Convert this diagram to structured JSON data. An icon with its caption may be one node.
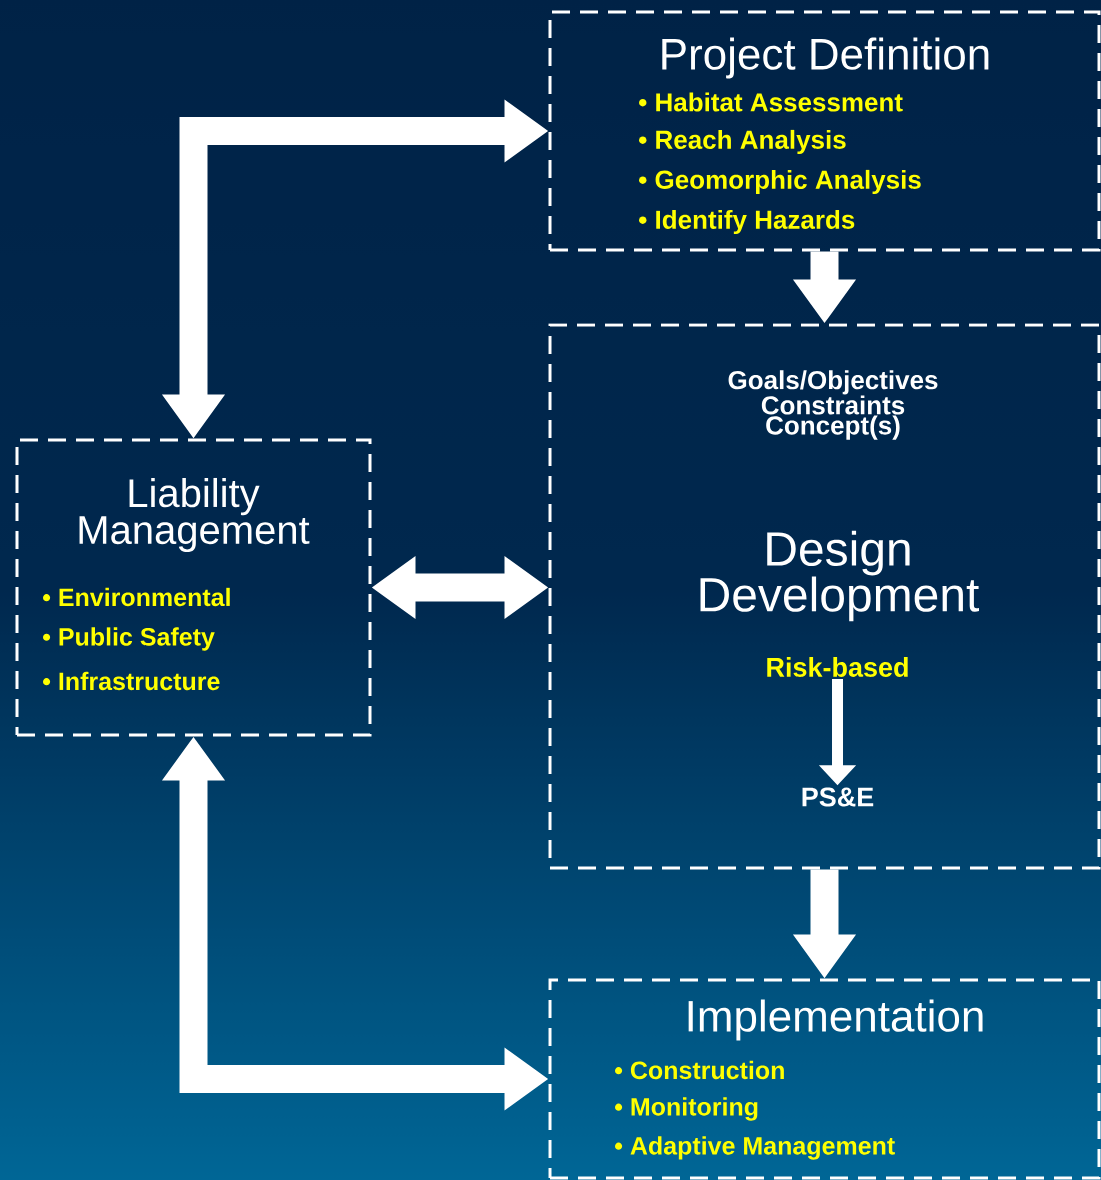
{
  "diagram": {
    "nodes": [
      {
        "text": [
          "Project Definition",
          "• Habitat Assessment",
          "• Reach Analysis",
          "• Geomorphic Analysis",
          "• Identify Hazards"
        ]
      },
      {
        "text": [
          "Goals/Objectives Constraints Concept(s)",
          "Design Development"
        ]
      },
      {
        "text": [
          "Risk-based"
        ],
        "in": 1
      },
      {
        "text": [
          "PS&E"
        ],
        "in": 1
      },
      {
        "text": [
          "Liability Management",
          "• Environmental",
          "• Public Safety",
          "• Infrastructure"
        ]
      },
      {
        "text": [
          "Implementation",
          "• Construction",
          "• Monitoring",
          "• Adaptive Management"
        ]
      }
    ],
    "edges": [
      {
        "from": 4,
        "to": 0,
        "arrow": "both"
      },
      {
        "from": 0,
        "to": 1,
        "arrow": "to"
      },
      {
        "from": 4,
        "to": 1,
        "arrow": "both"
      },
      {
        "from": 1,
        "to": 5,
        "arrow": "to"
      },
      {
        "from": 4,
        "to": 5,
        "arrow": "both"
      },
      {
        "from": 2,
        "to": 3,
        "arrow": "to"
      }
    ]
  }
}
